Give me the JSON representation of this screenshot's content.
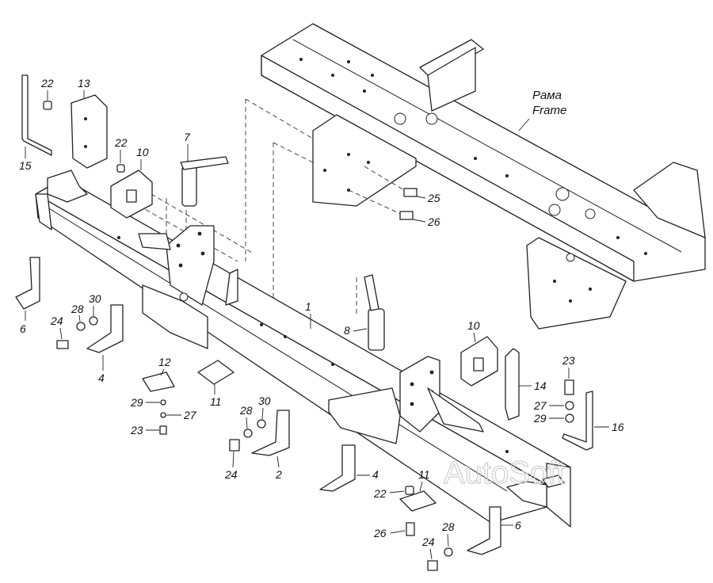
{
  "frame_label": {
    "ru": "Рама",
    "en": "Frame"
  },
  "watermark": "AutoSoft",
  "callouts": {
    "n1": "1",
    "n2": "2",
    "n4a": "4",
    "n4b": "4",
    "n6a": "6",
    "n6b": "6",
    "n7": "7",
    "n8": "8",
    "n10a": "10",
    "n10b": "10",
    "n11a": "11",
    "n11b": "11",
    "n12": "12",
    "n13": "13",
    "n14": "14",
    "n15": "15",
    "n16": "16",
    "n22a": "22",
    "n22b": "22",
    "n22c": "22",
    "n23a": "23",
    "n23b": "23",
    "n24a": "24",
    "n24b": "24",
    "n24c": "24",
    "n25": "25",
    "n26a": "26",
    "n26b": "26",
    "n27a": "27",
    "n27b": "27",
    "n28a": "28",
    "n28b": "28",
    "n28c": "28",
    "n29a": "29",
    "n29b": "29",
    "n30a": "30",
    "n30b": "30"
  }
}
